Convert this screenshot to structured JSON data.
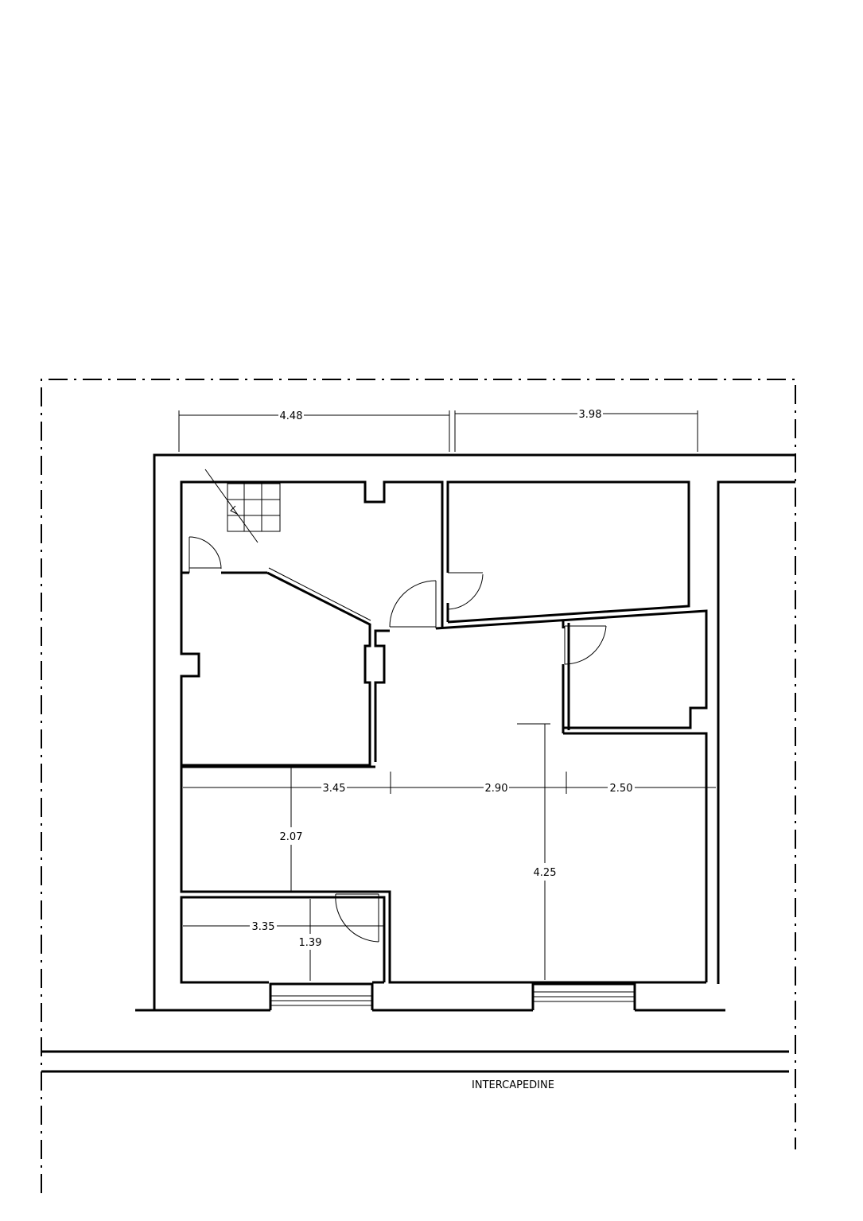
{
  "colors": {
    "line": "#000000",
    "background": "#ffffff"
  },
  "dimensions": {
    "top_left": "4.48",
    "top_right": "3.98",
    "row_left": "3.45",
    "row_middle": "2.90",
    "row_right": "2.50",
    "vertical_left": "2.07",
    "vertical_right": "4.25",
    "bottom_width": "3.35",
    "bottom_height": "1.39"
  },
  "labels": {
    "gap": "INTERCAPEDINE"
  }
}
